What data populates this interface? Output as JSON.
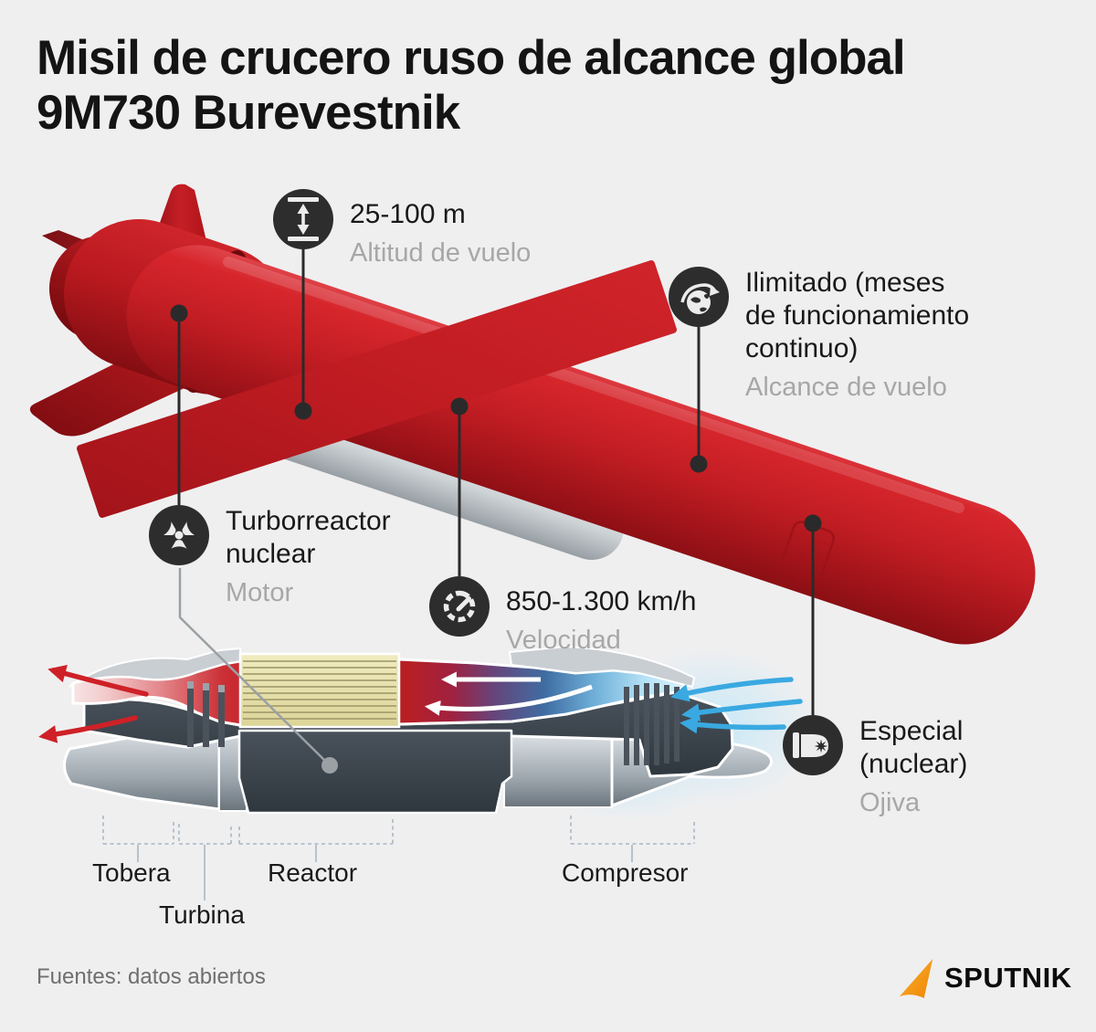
{
  "title": "Misil de crucero ruso de alcance global 9M730 Burevestnik",
  "callouts": {
    "altitude": {
      "icon": "altitude-range-icon",
      "value": "25-100 m",
      "label": "Altitud de vuelo"
    },
    "range": {
      "icon": "globe-route-icon",
      "value_lines": [
        "Ilimitado (meses",
        "de funcionamiento",
        "continuo)"
      ],
      "label": "Alcance de vuelo"
    },
    "engine": {
      "icon": "radiation-icon",
      "value_lines": [
        "Turborreactor",
        "nuclear"
      ],
      "label": "Motor"
    },
    "speed": {
      "icon": "speedometer-icon",
      "value": "850-1.300 km/h",
      "label": "Velocidad"
    },
    "warhead": {
      "icon": "warhead-icon",
      "value_lines": [
        "Especial",
        "(nuclear)"
      ],
      "label": "Ojiva"
    }
  },
  "engine_diagram": {
    "parts": [
      {
        "label": "Tobera"
      },
      {
        "label": "Turbina"
      },
      {
        "label": "Reactor"
      },
      {
        "label": "Compresor"
      }
    ]
  },
  "footer": {
    "sources": "Fuentes: datos abiertos",
    "brand": "SPUTNIK"
  },
  "colors": {
    "background": "#efeff0",
    "missile_red": "#c41e24",
    "icon_circle": "#2d2d2d",
    "muted_text": "#a7a7a7",
    "exhaust_red": "#ce2127",
    "intake_blue": "#3aa9e1",
    "reactor_yellow": "#eae4ac",
    "sputnik_orange": "#f59c00"
  }
}
